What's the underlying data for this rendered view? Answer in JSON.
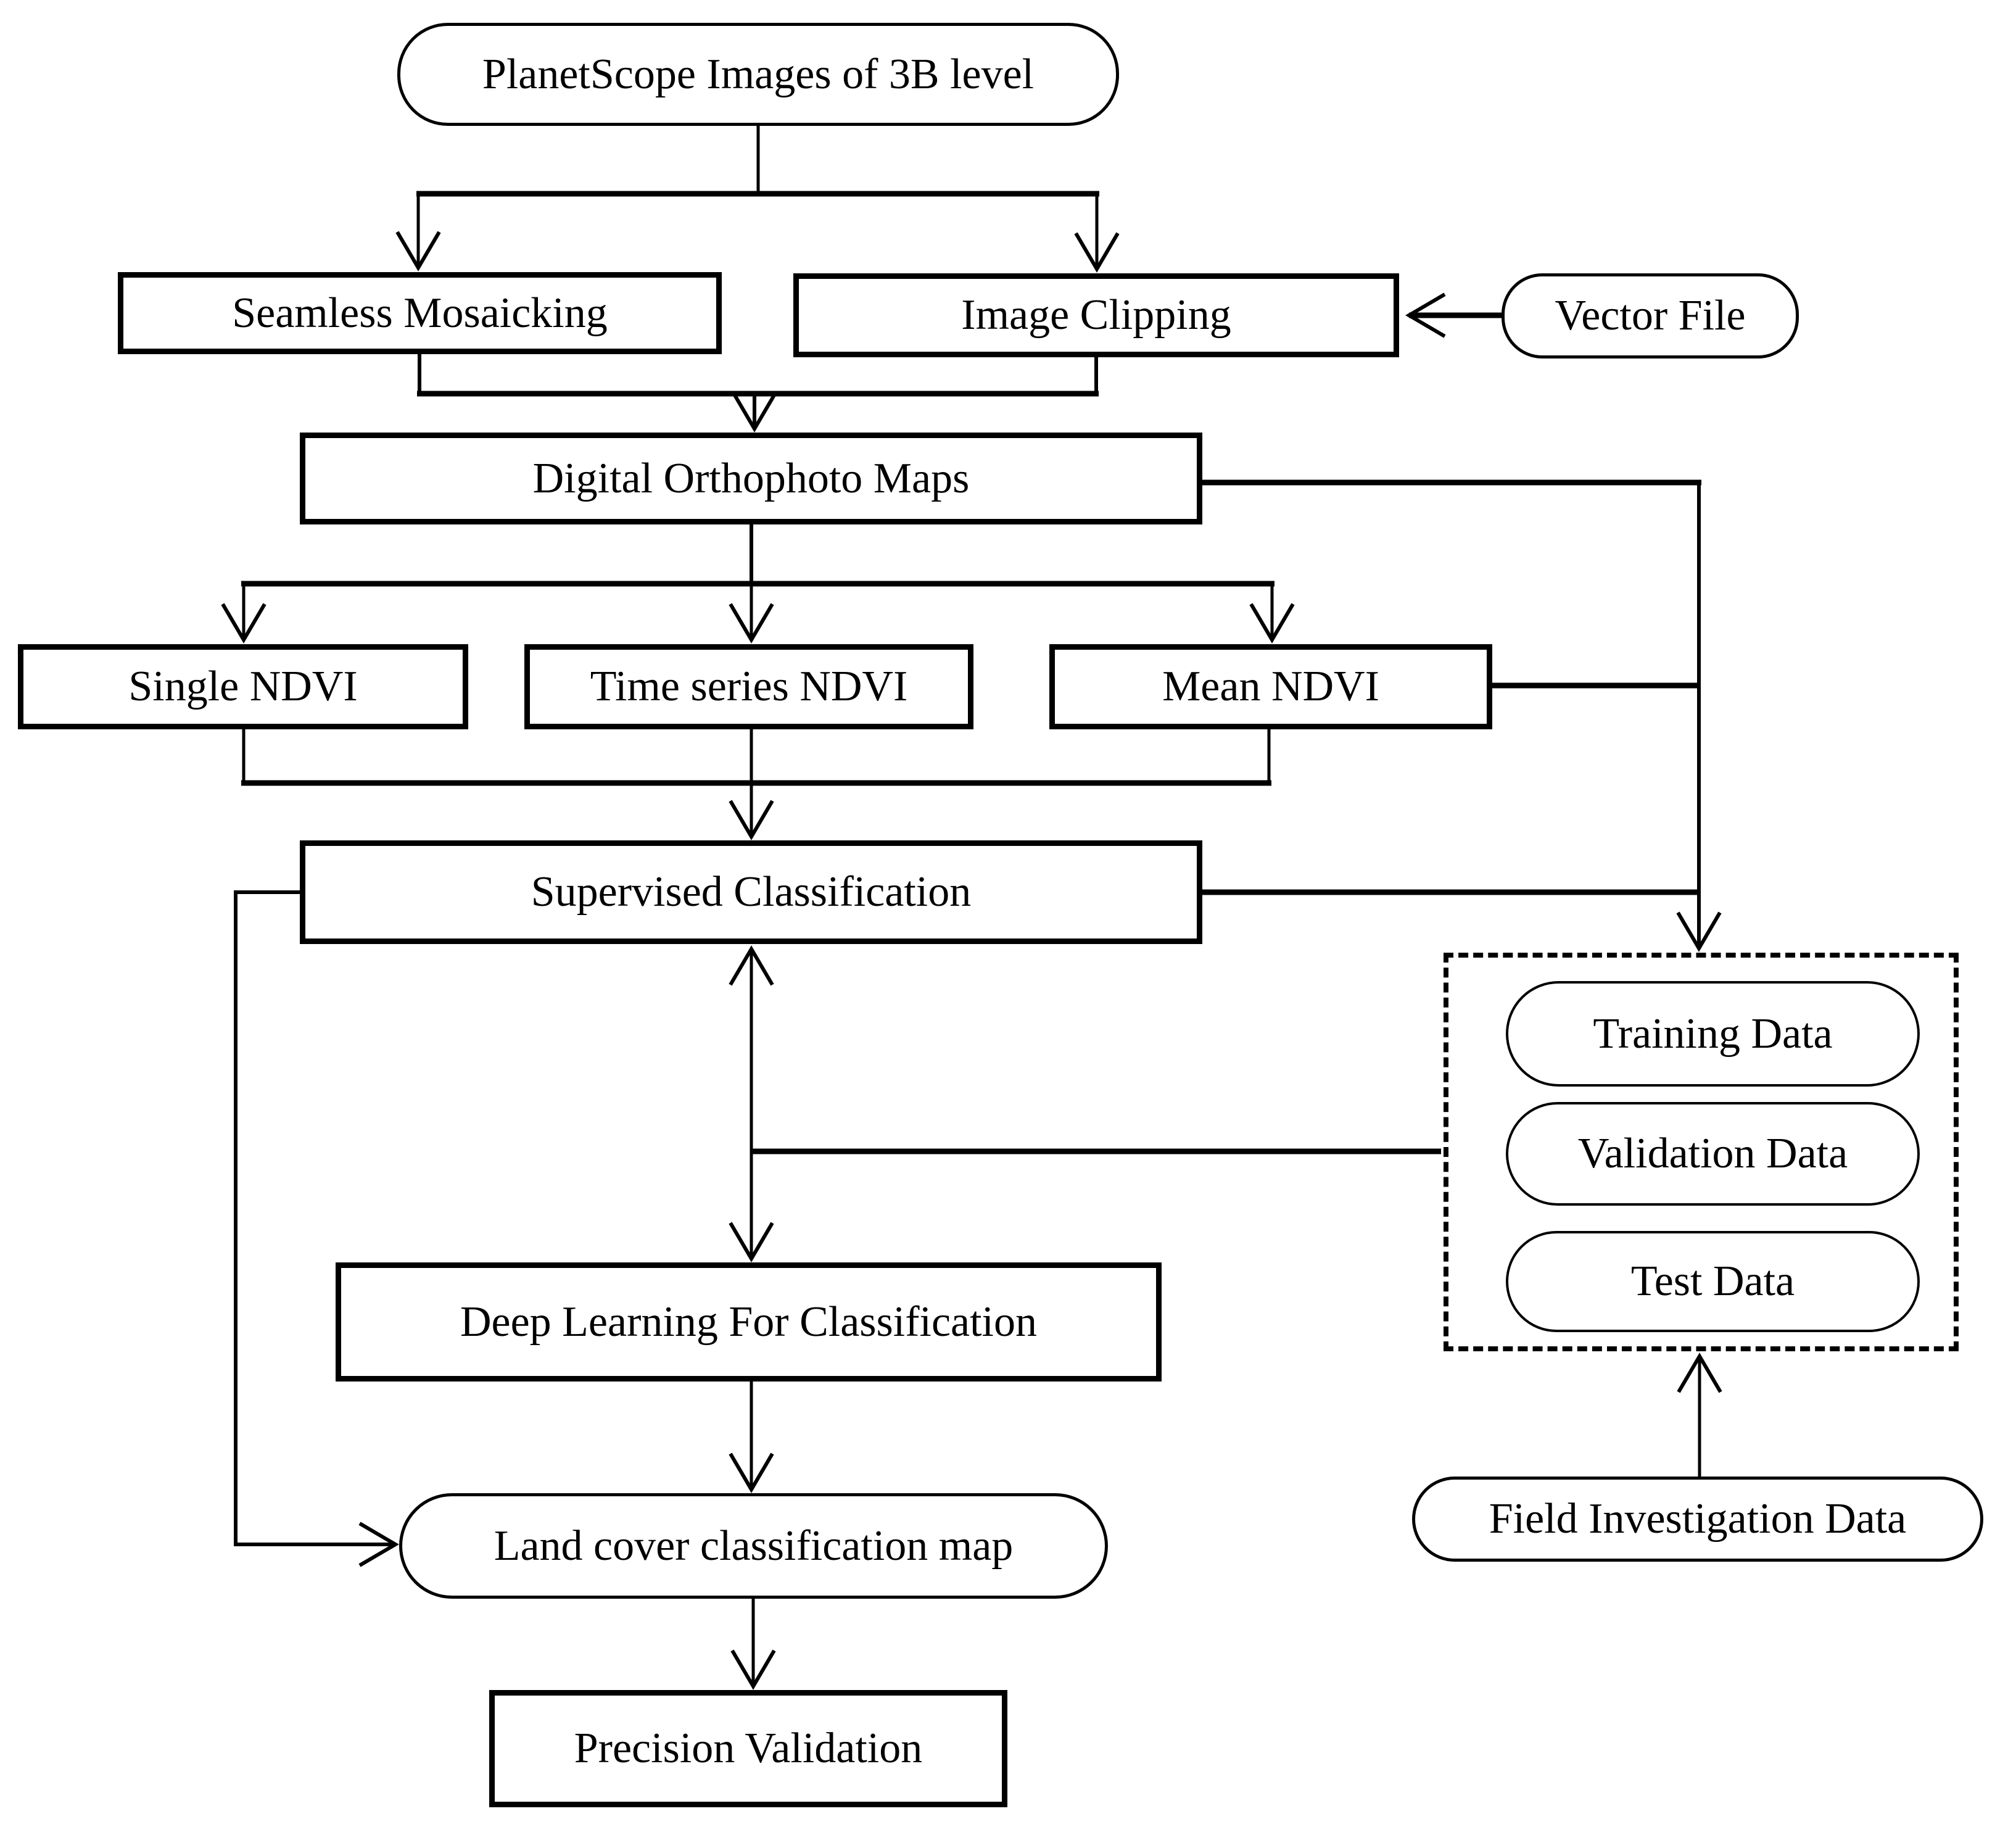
{
  "nodes": {
    "planetscope": {
      "label": "PlanetScope Images of 3B level",
      "shape": "stadium"
    },
    "seamless_mosaicking": {
      "label": "Seamless Mosaicking",
      "shape": "rect"
    },
    "image_clipping": {
      "label": "Image Clipping",
      "shape": "rect"
    },
    "vector_file": {
      "label": "Vector File",
      "shape": "stadium"
    },
    "digital_orthophoto_maps": {
      "label": "Digital Orthophoto Maps",
      "shape": "rect"
    },
    "single_ndvi": {
      "label": "Single NDVI",
      "shape": "rect"
    },
    "time_series_ndvi": {
      "label": "Time series NDVI",
      "shape": "rect"
    },
    "mean_ndvi": {
      "label": "Mean NDVI",
      "shape": "rect"
    },
    "supervised_classification potential": null,
    "supervised_classification": {
      "label": "Supervised Classification",
      "shape": "rect"
    },
    "training_data": {
      "label": "Training Data",
      "shape": "stadium"
    },
    "validation_data": {
      "label": "Validation Data",
      "shape": "stadium"
    },
    "test_data": {
      "label": "Test Data",
      "shape": "stadium"
    },
    "deep_learning": {
      "label": "Deep Learning For Classification",
      "shape": "rect"
    },
    "land_cover_map": {
      "label": "Land cover classification map",
      "shape": "stadium"
    },
    "precision_validation": {
      "label": "Precision Validation",
      "shape": "rect"
    },
    "field_investigation": {
      "label": "Field Investigation Data",
      "shape": "stadium"
    }
  },
  "groups": {
    "sample_data_group": {
      "style": "dashed-border",
      "members": [
        "training_data",
        "validation_data",
        "test_data"
      ]
    }
  },
  "edges": [
    {
      "from": "planetscope",
      "to": "seamless_mosaicking"
    },
    {
      "from": "planetscope",
      "to": "image_clipping"
    },
    {
      "from": "vector_file",
      "to": "image_clipping"
    },
    {
      "from": "seamless_mosaicking",
      "to": "digital_orthophoto_maps"
    },
    {
      "from": "image_clipping",
      "to": "digital_orthophoto_maps"
    },
    {
      "from": "digital_orthophoto_maps",
      "to": "single_ndvi"
    },
    {
      "from": "digital_orthophoto_maps",
      "to": "time_series_ndvi"
    },
    {
      "from": "digital_orthophoto_maps",
      "to": "mean_ndvi"
    },
    {
      "from": "digital_orthophoto_maps",
      "to": "sample_data_group"
    },
    {
      "from": "single_ndvi",
      "to": "supervised_classification"
    },
    {
      "from": "time_series_ndvi",
      "to": "supervised_classification"
    },
    {
      "from": "mean_ndvi",
      "to": "supervised_classification"
    },
    {
      "from": "mean_ndvi",
      "to": "sample_data_group"
    },
    {
      "from": "supervised_classification",
      "to": "sample_data_group"
    },
    {
      "from": "sample_data_group",
      "to": "supervised_classification"
    },
    {
      "from": "sample_data_group",
      "to": "deep_learning"
    },
    {
      "from": "supervised_classification",
      "to": "land_cover_map"
    },
    {
      "from": "deep_learning",
      "to": "land_cover_map"
    },
    {
      "from": "land_cover_map",
      "to": "precision_validation"
    },
    {
      "from": "field_investigation",
      "to": "sample_data_group"
    }
  ],
  "colors": {
    "stroke": "#000000",
    "background": "#ffffff",
    "text": "#000000"
  }
}
